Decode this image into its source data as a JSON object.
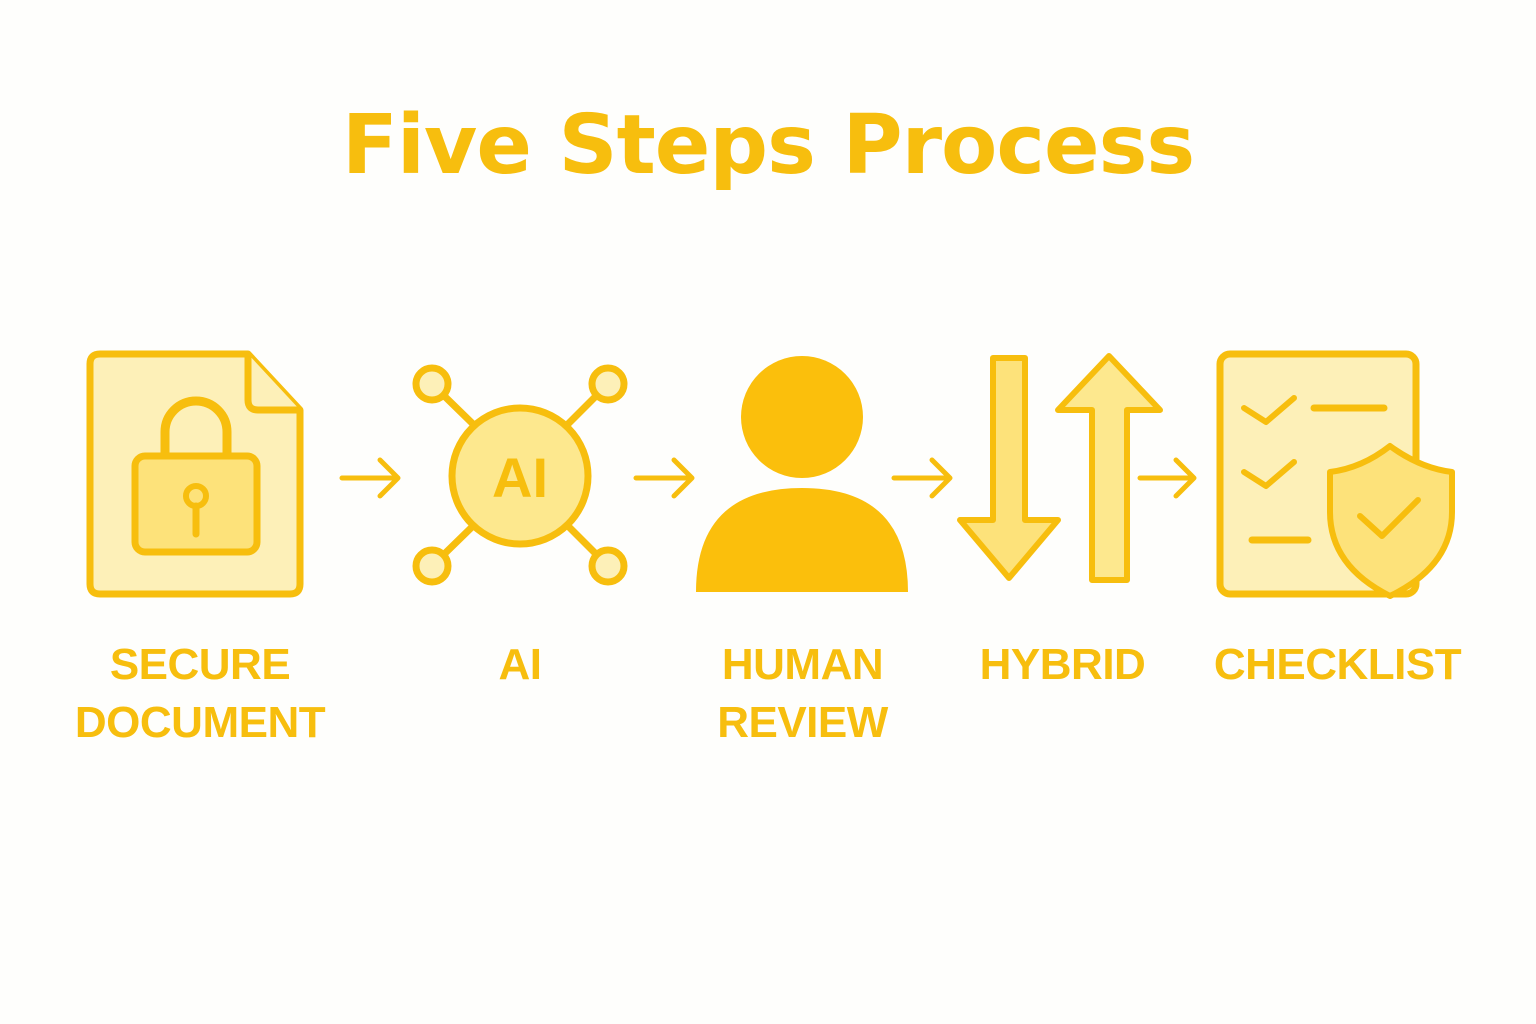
{
  "title": "Five Steps Process",
  "colors": {
    "stroke": "#f7be0e",
    "fill_light": "#fdf0b8",
    "fill_mid": "#fde27a",
    "fill_solid": "#fbbf0c",
    "background": "#fefefc"
  },
  "steps": [
    {
      "icon": "locked-document-icon",
      "label_lines": [
        "SECURE",
        "DOCUMENT"
      ]
    },
    {
      "icon": "ai-network-icon",
      "icon_text": "AI",
      "label_lines": [
        "AI"
      ]
    },
    {
      "icon": "person-icon",
      "label_lines": [
        "HUMAN",
        "REVIEW"
      ]
    },
    {
      "icon": "up-down-arrows-icon",
      "label_lines": [
        "HYBRID"
      ]
    },
    {
      "icon": "checklist-shield-icon",
      "label_lines": [
        "CHECKLIST"
      ]
    }
  ]
}
